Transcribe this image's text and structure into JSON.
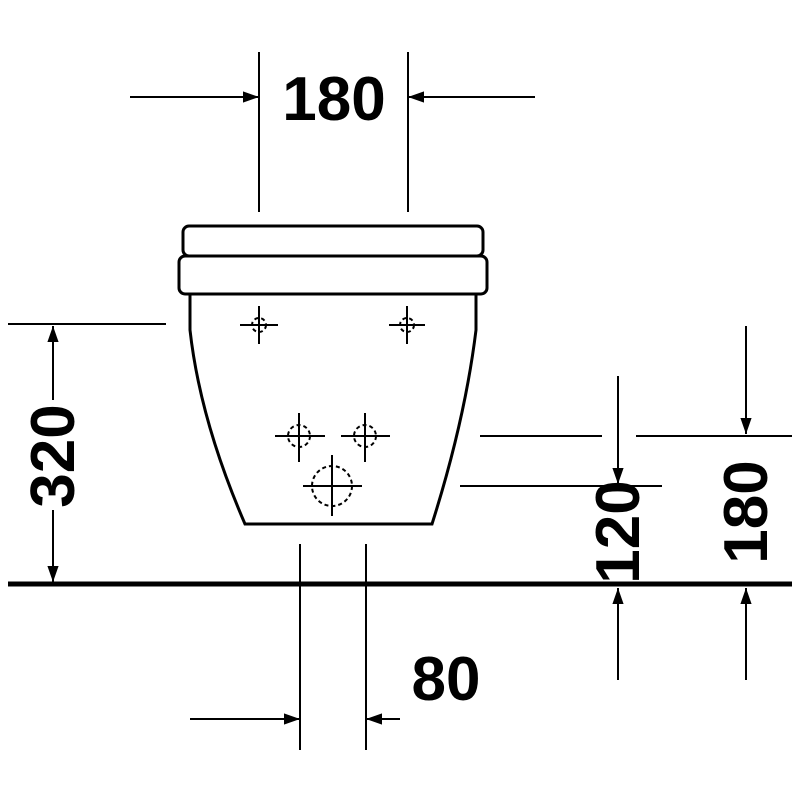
{
  "dimensions": {
    "top_width": "180",
    "fixing_height": "320",
    "inlet_height": "120",
    "outlet_height": "180",
    "bottom_width": "80"
  },
  "colors": {
    "line": "#000000",
    "background": "#ffffff"
  }
}
